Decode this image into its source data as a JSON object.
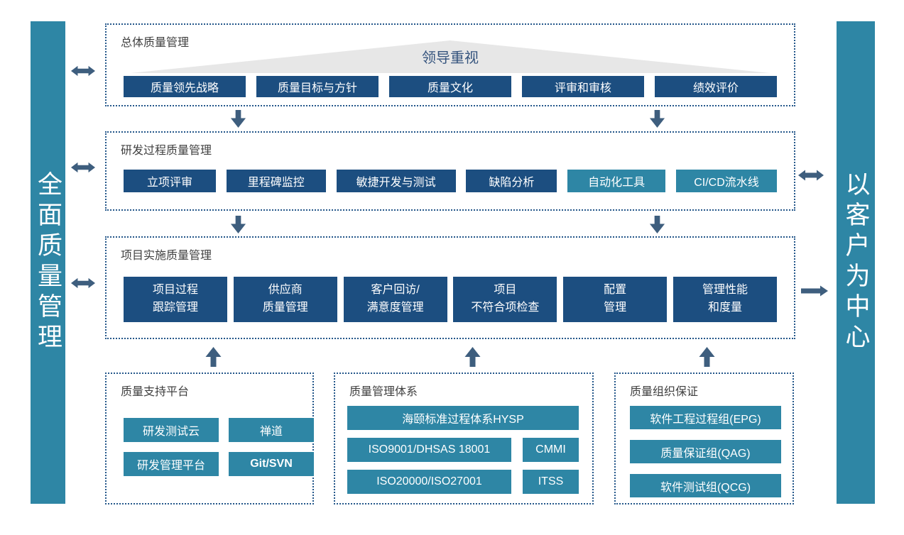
{
  "colors": {
    "navy_box": "#1C4E80",
    "teal_box": "#2E86A5",
    "side_bar": "#2E86A5",
    "arrow": "#3E5E7E",
    "dotted_border": "#24578A",
    "triangle_gray": "#E7E7E7",
    "banner_text": "#34537D",
    "title_text": "#3F3F3F"
  },
  "left_bar": {
    "label": "全面质量管理"
  },
  "right_bar": {
    "label": "以客户为中心"
  },
  "sections": {
    "overall": {
      "title": "总体质量管理",
      "banner": "领导重视",
      "items": [
        "质量领先战略",
        "质量目标与方针",
        "质量文化",
        "评审和审核",
        "绩效评价"
      ]
    },
    "rnd": {
      "title": "研发过程质量管理",
      "items": [
        "立项评审",
        "里程碑监控",
        "敏捷开发与测试",
        "缺陷分析",
        "自动化工具",
        "CI/CD流水线"
      ]
    },
    "project": {
      "title": "项目实施质量管理",
      "items": [
        [
          "项目过程",
          "跟踪管理"
        ],
        [
          "供应商",
          "质量管理"
        ],
        [
          "客户回访/",
          "满意度管理"
        ],
        [
          "项目",
          "不符合项检查"
        ],
        [
          "配置",
          "管理"
        ],
        [
          "管理性能",
          "和度量"
        ]
      ]
    },
    "platform": {
      "title": "质量支持平台",
      "items": [
        "研发测试云",
        "禅道",
        "研发管理平台",
        "Git/SVN"
      ]
    },
    "system": {
      "title": "质量管理体系",
      "wide_item": "海颐标准过程体系HYSP",
      "items": [
        "ISO9001/DHSAS 18001",
        "CMMI",
        "ISO20000/ISO27001",
        "ITSS"
      ]
    },
    "org": {
      "title": "质量组织保证",
      "items": [
        "软件工程过程组(EPG)",
        "质量保证组(QAG)",
        "软件测试组(QCG)"
      ]
    }
  }
}
